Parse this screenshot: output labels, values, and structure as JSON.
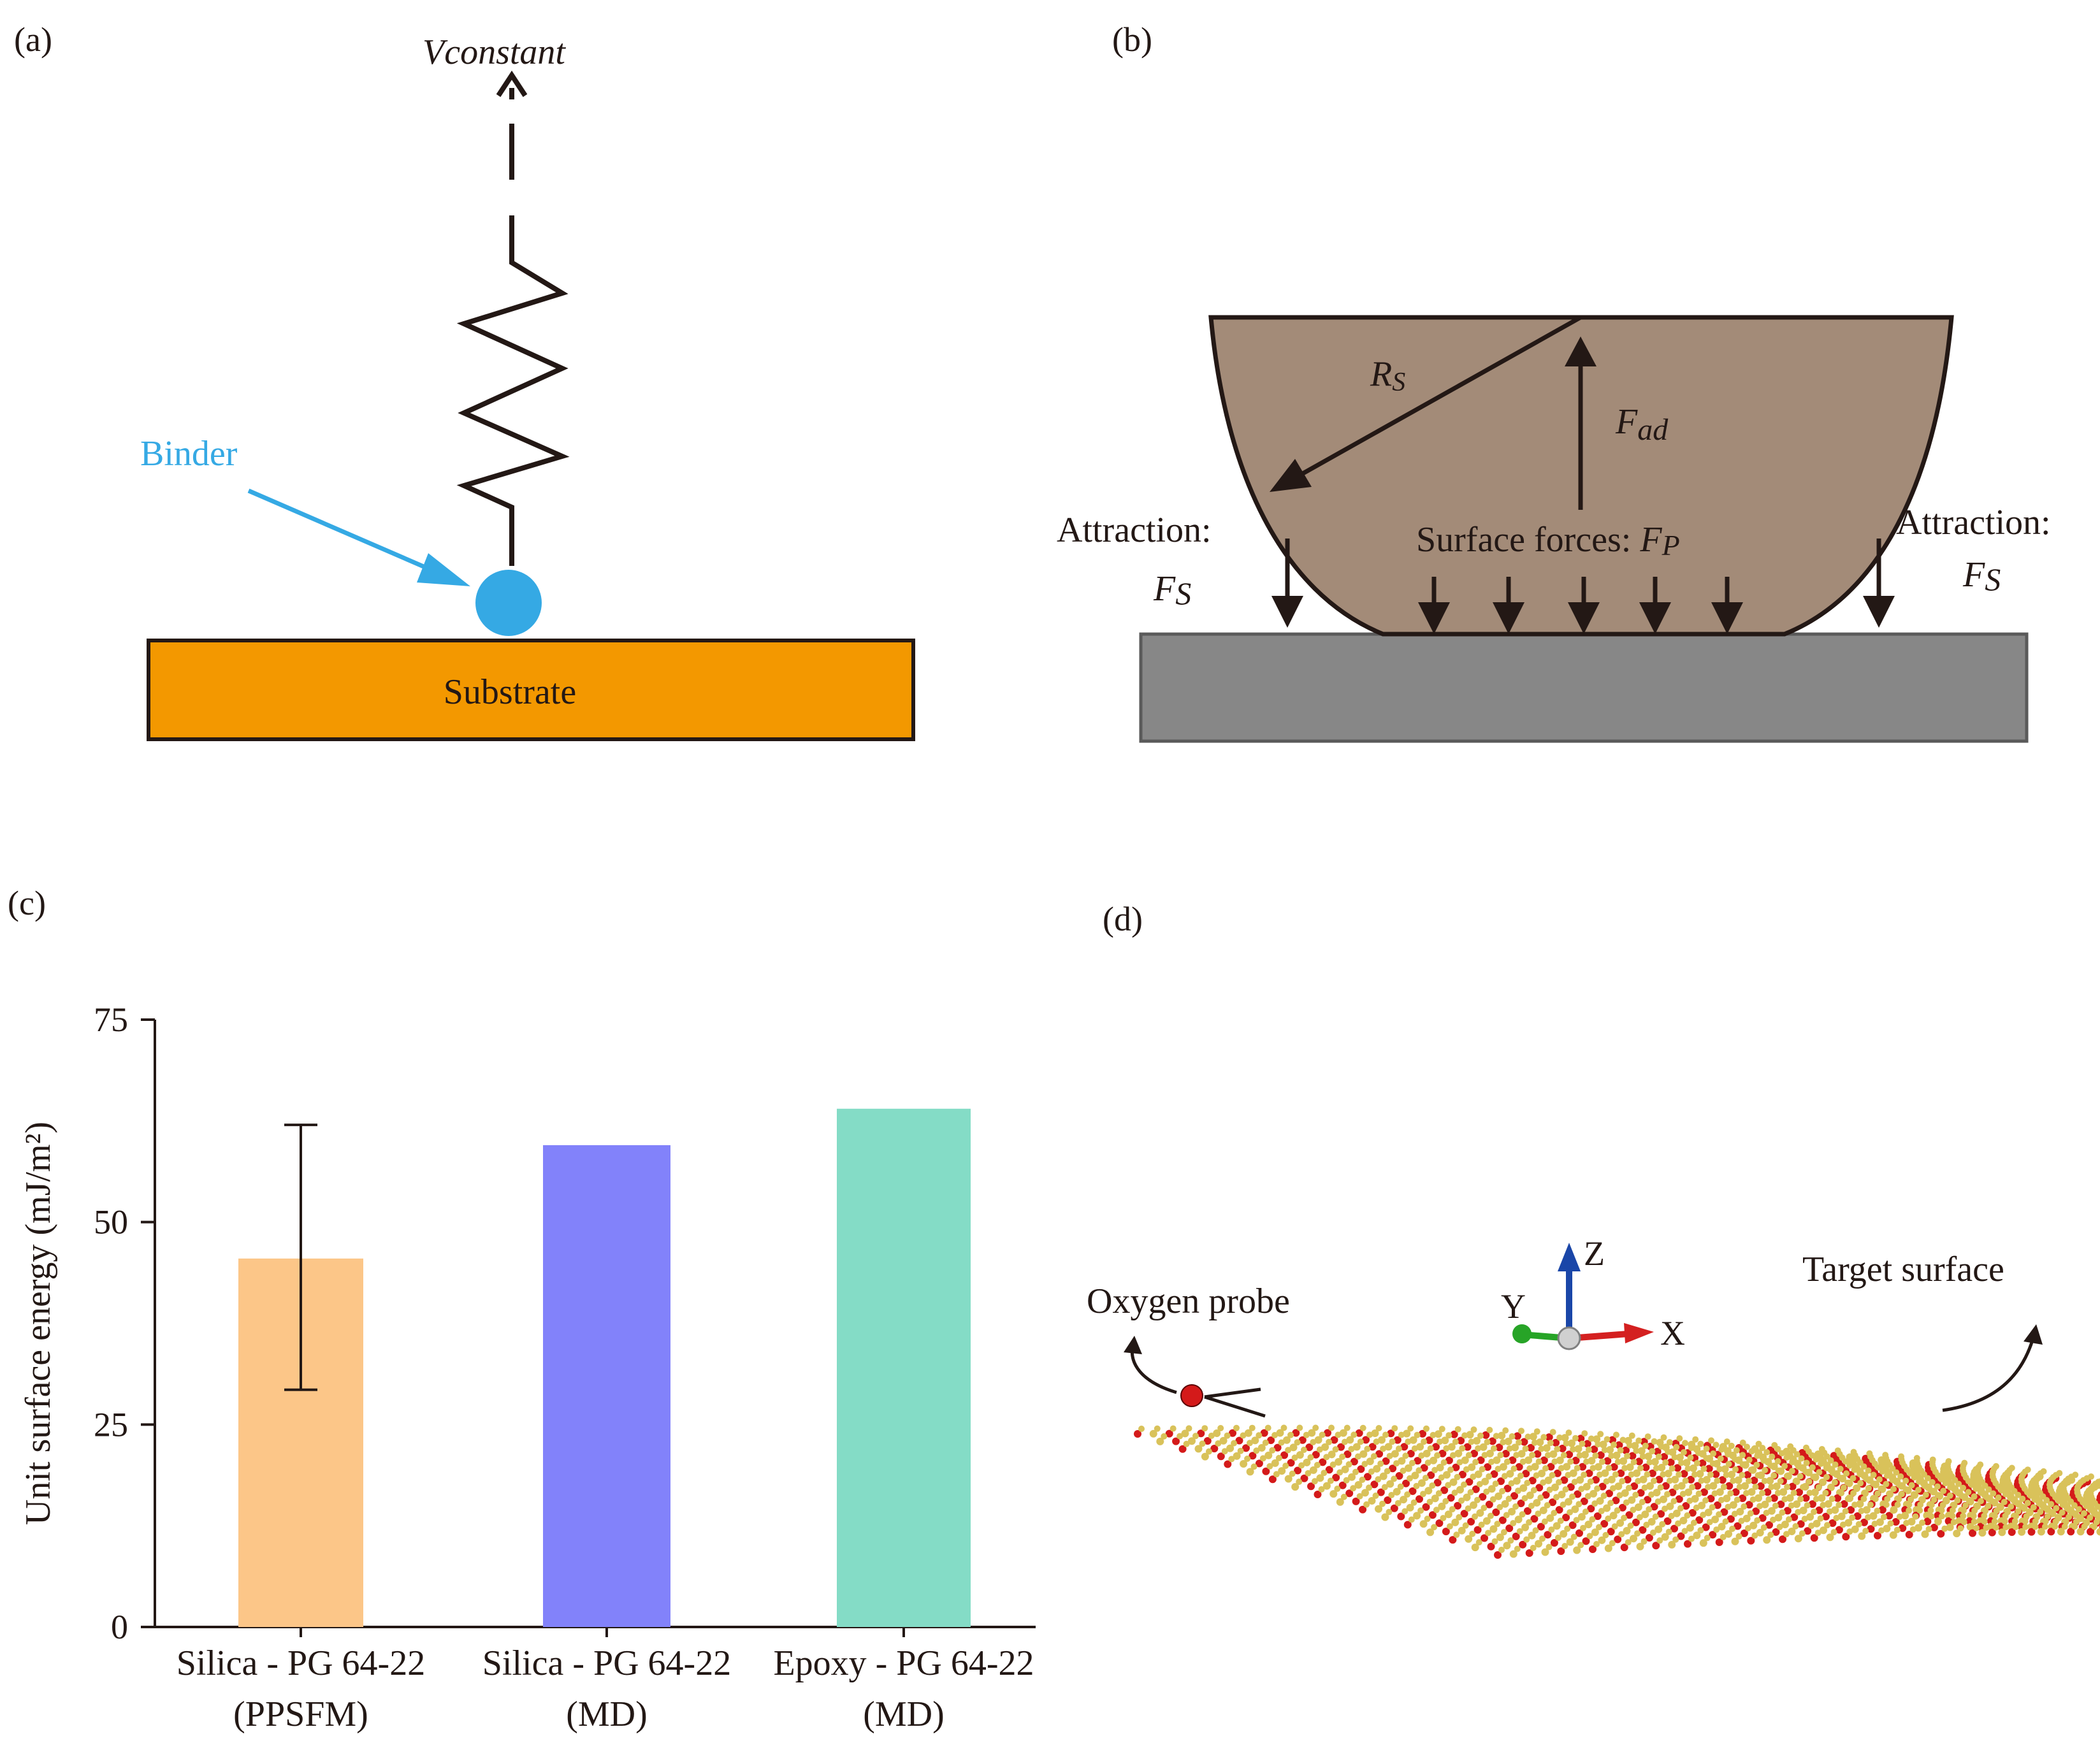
{
  "panels": {
    "a": {
      "label": "(a)",
      "velocity": "Vconstant",
      "binder": "Binder",
      "substrate": "Substrate",
      "colors": {
        "binder": "#35a9e4",
        "substrate": "#f39800"
      }
    },
    "b": {
      "label": "(b)",
      "radius": {
        "main": "R",
        "sub": "S"
      },
      "adhesion": {
        "main": "F",
        "sub": "ad"
      },
      "surface_forces": {
        "prefix": "Surface forces: ",
        "main": "F",
        "sub": "P"
      },
      "attraction_left": {
        "text": "Attraction:",
        "main": "F",
        "sub": "S"
      },
      "attraction_right": {
        "text": "Attraction:",
        "main": "F",
        "sub": "S"
      },
      "colors": {
        "particle": "#a38b78",
        "substrate": "#878787"
      }
    },
    "c": {
      "label": "(c)"
    },
    "d": {
      "label": "(d)",
      "probe": "Oxygen probe",
      "target": "Target surface",
      "axes": {
        "x": "X",
        "y": "Y",
        "z": "Z"
      },
      "colors": {
        "x": "#d42020",
        "y": "#27a427",
        "z": "#1a46a8",
        "atom_o": "#d41a1a",
        "atom_si": "#d9c25a"
      }
    }
  },
  "chart_data": {
    "type": "bar",
    "categories": [
      [
        "Silica - PG 64-22",
        "(PPSFM)"
      ],
      [
        "Silica - PG 64-22",
        "(MD)"
      ],
      [
        "Epoxy - PG 64-22",
        "(MD)"
      ]
    ],
    "values": [
      45.5,
      59.5,
      64
    ],
    "error": [
      [
        29.3,
        62
      ]
    ],
    "colors": [
      "#fcc688",
      "#8282fa",
      "#84dcc6"
    ],
    "ylabel": "Unit surface energy (mJ/m²)",
    "ylim": [
      0,
      75
    ],
    "yticks": [
      "0",
      "25",
      "50",
      "75"
    ],
    "grid": false
  }
}
